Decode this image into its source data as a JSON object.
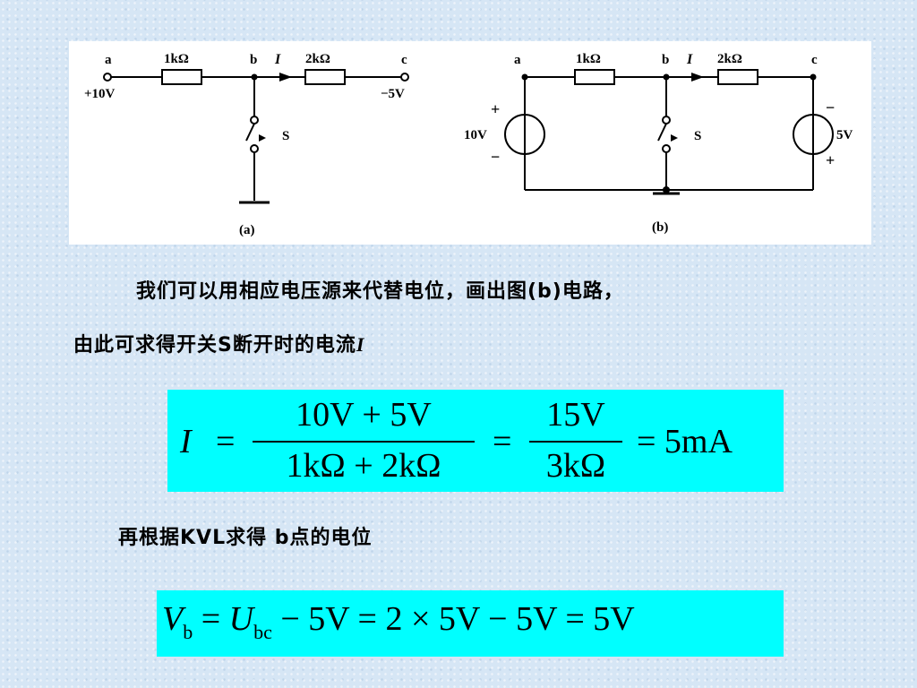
{
  "diagram_a": {
    "node_a": "a",
    "node_b": "b",
    "node_c": "c",
    "r1": "1kΩ",
    "r2": "2kΩ",
    "current": "I",
    "va": "+10V",
    "vc": "−5V",
    "switch": "S",
    "caption": "(a)"
  },
  "diagram_b": {
    "node_a": "a",
    "node_b": "b",
    "node_c": "c",
    "r1": "1kΩ",
    "r2": "2kΩ",
    "current": "I",
    "src1": "10V",
    "src1_plus": "+",
    "src1_minus": "−",
    "src2": "5V",
    "src2_plus": "+",
    "src2_minus": "−",
    "switch": "S",
    "caption": "(b)"
  },
  "text1": "我们可以用相应电压源来代替电位，画出图(b)电路，",
  "text2_a": "由此可求得开关",
  "text2_b": "S断开时的电流",
  "text2_c": "I",
  "eq1": {
    "lhs": "I",
    "eq": "=",
    "num1": "10V + 5V",
    "den1": "1kΩ + 2kΩ",
    "num2": "15V",
    "den2": "3kΩ",
    "result": "= 5mA"
  },
  "text3": "再根据KVL求得 b点的电位",
  "eq2": {
    "v": "V",
    "v_sub": "b",
    "eq1": "=",
    "u": "U",
    "u_sub": "bc",
    "rest": "− 5V = 2 × 5V − 5V = 5V"
  }
}
